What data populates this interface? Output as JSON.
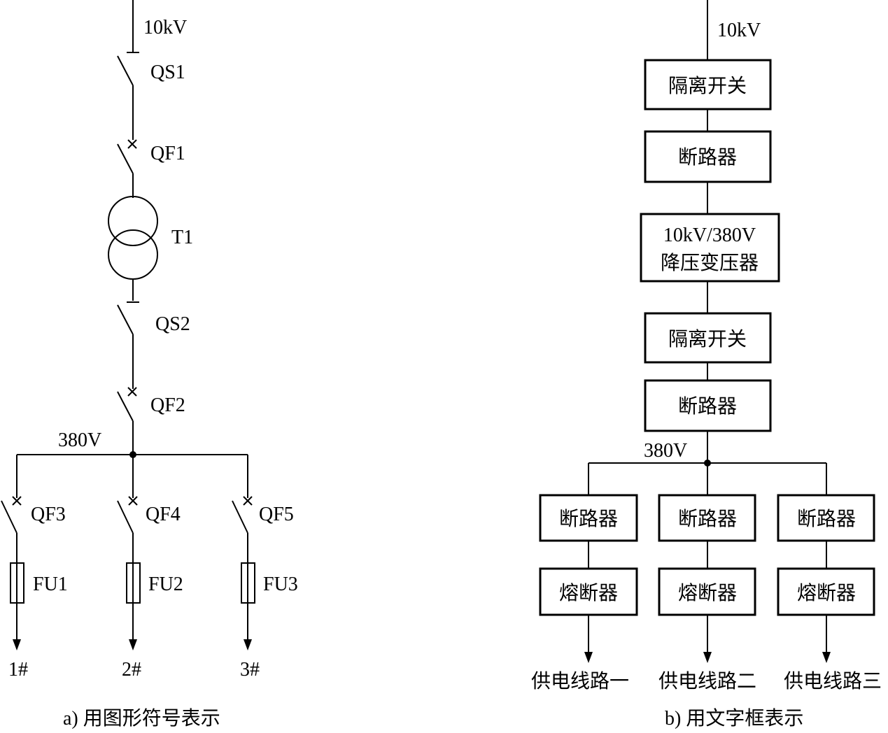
{
  "left": {
    "voltage_top": "10kV",
    "qs1": "QS1",
    "qf1": "QF1",
    "t1": "T1",
    "qs2": "QS2",
    "qf2": "QF2",
    "voltage_bus": "380V",
    "qf3": "QF3",
    "qf4": "QF4",
    "qf5": "QF5",
    "fu1": "FU1",
    "fu2": "FU2",
    "fu3": "FU3",
    "out1": "1#",
    "out2": "2#",
    "out3": "3#",
    "caption": "a) 用图形符号表示"
  },
  "right": {
    "voltage_top": "10kV",
    "box_isolator_1": "隔离开关",
    "box_breaker_1": "断路器",
    "box_transformer_line1": "10kV/380V",
    "box_transformer_line2": "降压变压器",
    "box_isolator_2": "隔离开关",
    "box_breaker_2": "断路器",
    "voltage_bus": "380V",
    "branch_breakers": [
      "断路器",
      "断路器",
      "断路器"
    ],
    "branch_fuses": [
      "熔断器",
      "熔断器",
      "熔断器"
    ],
    "branch_lines": [
      "供电线路一",
      "供电线路二",
      "供电线路三"
    ],
    "caption": "b) 用文字框表示"
  }
}
